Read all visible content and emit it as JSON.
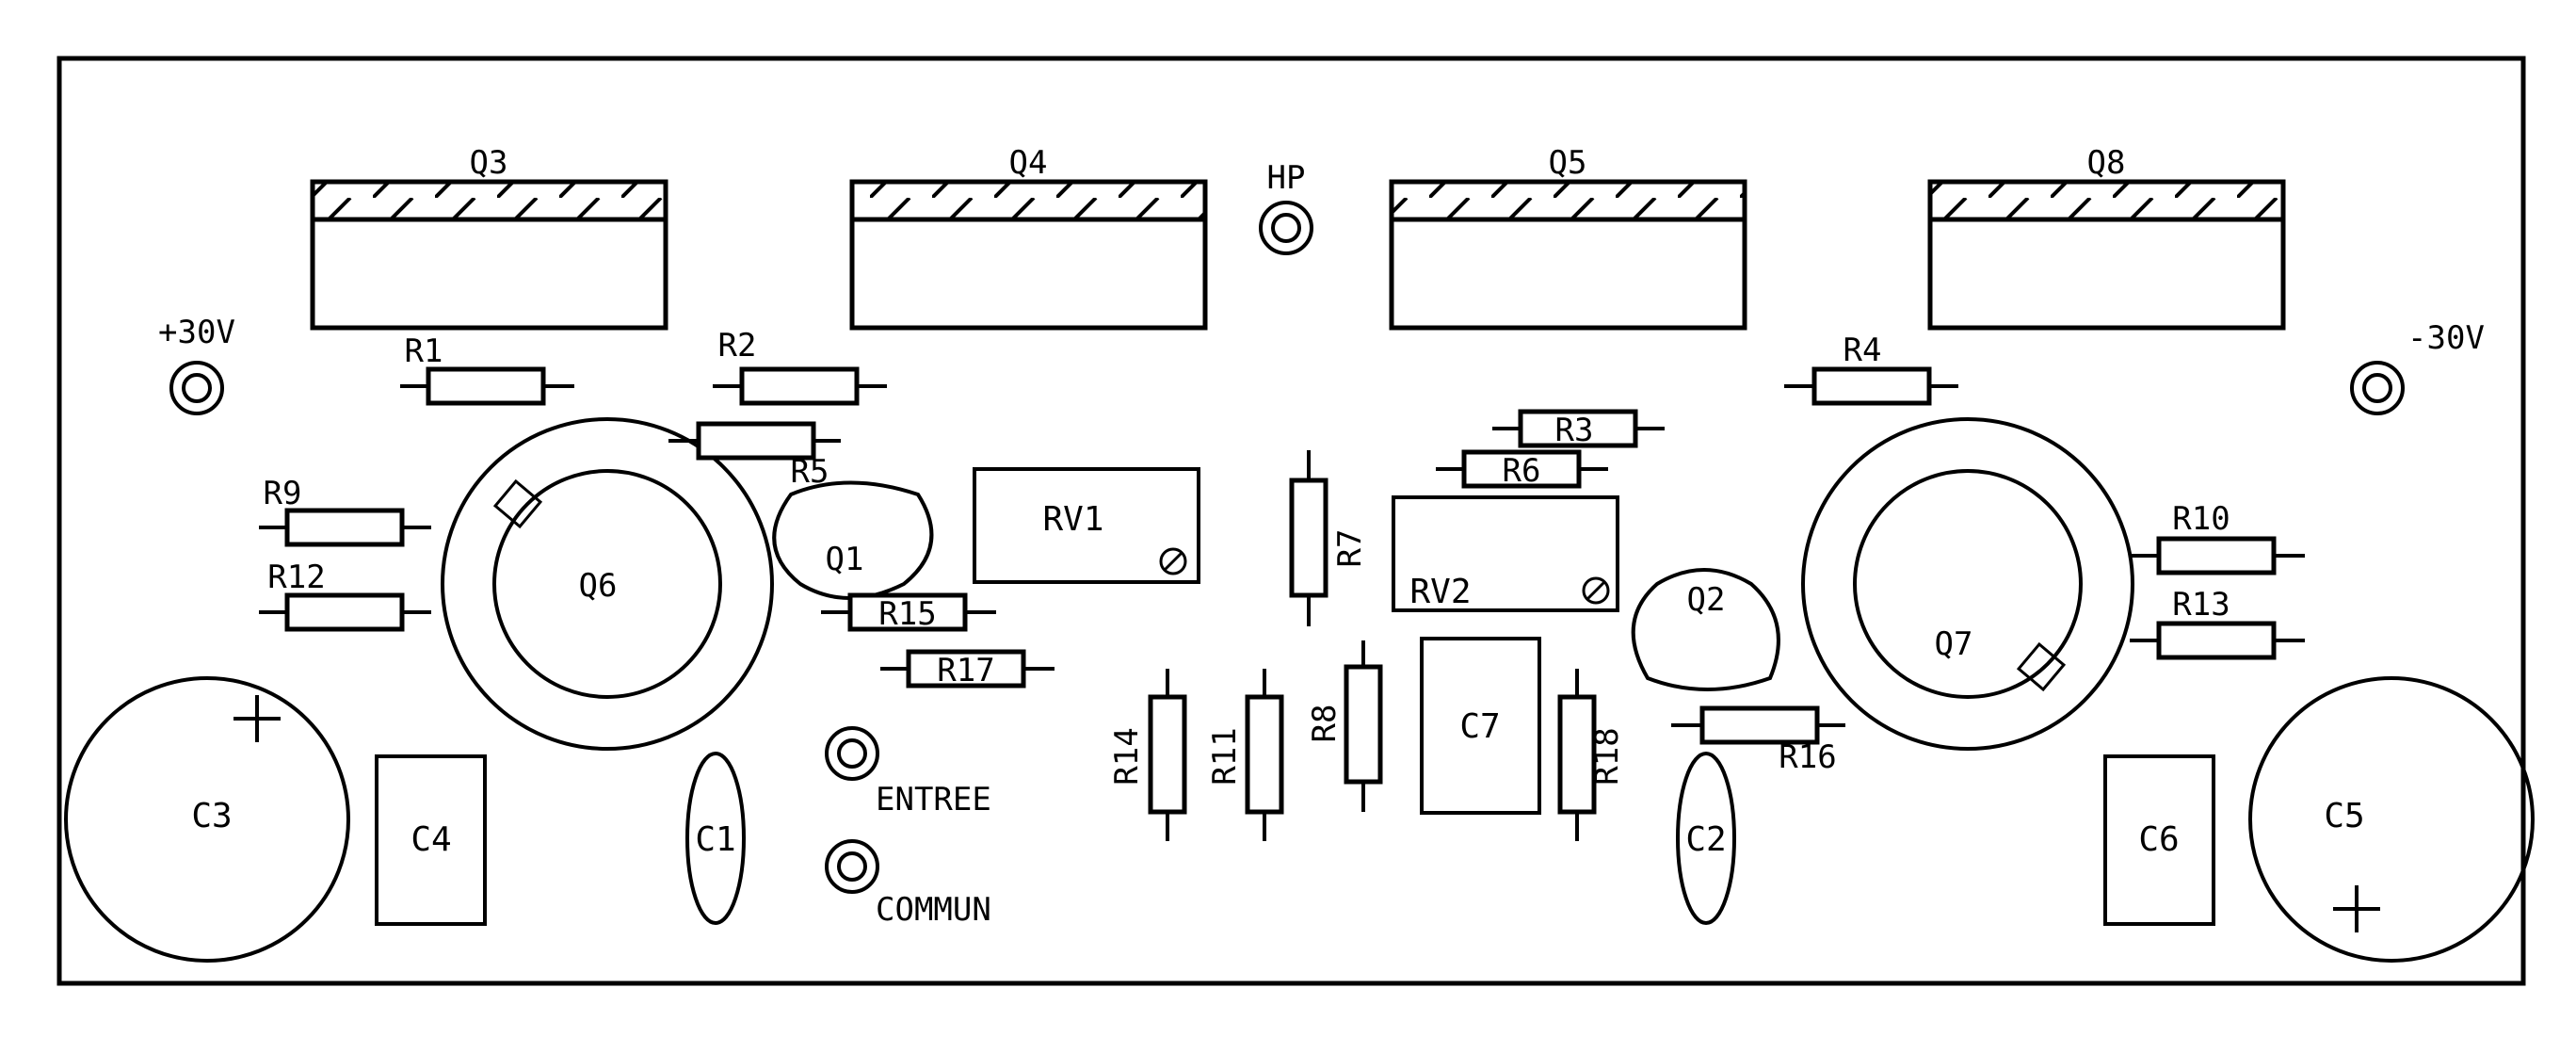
{
  "board": {
    "transistors_power": [
      {
        "ref": "Q3"
      },
      {
        "ref": "Q4"
      },
      {
        "ref": "Q5"
      },
      {
        "ref": "Q8"
      }
    ],
    "terminals": {
      "hp": "HP",
      "plus30": "+30V",
      "minus30": "-30V",
      "entree": "ENTREE",
      "commun": "COMMUN"
    },
    "resistors": {
      "r1": "R1",
      "r2": "R2",
      "r3": "R3",
      "r4": "R4",
      "r5": "R5",
      "r6": "R6",
      "r7": "R7",
      "r8": "R8",
      "r9": "R9",
      "r10": "R10",
      "r11": "R11",
      "r12": "R12",
      "r13": "R13",
      "r14": "R14",
      "r15": "R15",
      "r16": "R16",
      "r17": "R17",
      "r18": "R18"
    },
    "pots": {
      "rv1": "RV1",
      "rv2": "RV2"
    },
    "small_transistors": {
      "q1": "Q1",
      "q2": "Q2",
      "q6": "Q6",
      "q7": "Q7"
    },
    "capacitors": {
      "c1": "C1",
      "c2": "C2",
      "c3": "C3",
      "c4": "C4",
      "c5": "C5",
      "c6": "C6",
      "c7": "C7",
      "plus_mark": "+"
    }
  }
}
